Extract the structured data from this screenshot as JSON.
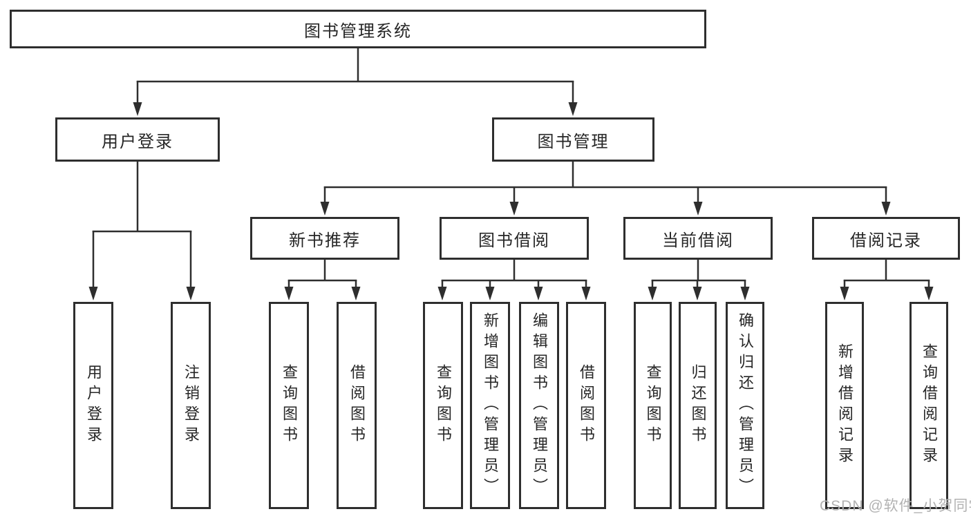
{
  "diagram": {
    "root": {
      "label": "图书管理系统"
    },
    "level2": [
      {
        "label": "用户登录"
      },
      {
        "label": "图书管理"
      }
    ],
    "level3": [
      {
        "label": "新书推荐"
      },
      {
        "label": "图书借阅"
      },
      {
        "label": "当前借阅"
      },
      {
        "label": "借阅记录"
      }
    ],
    "leaves": [
      {
        "label": "用户登录"
      },
      {
        "label": "注销登录"
      },
      {
        "label": "查询图书"
      },
      {
        "label": "借阅图书"
      },
      {
        "label": "查询图书"
      },
      {
        "label": "新增图书（管理员）"
      },
      {
        "label": "编辑图书（管理员）"
      },
      {
        "label": "借阅图书"
      },
      {
        "label": "查询图书"
      },
      {
        "label": "归还图书"
      },
      {
        "label": "确认归还（管理员）"
      },
      {
        "label": "新增借阅记录"
      },
      {
        "label": "查询借阅记录"
      }
    ]
  },
  "watermark": {
    "text": "CSDN @软件_小贺同学"
  },
  "colors": {
    "background": "#ffffff",
    "box_border": "#2e2e2e",
    "line": "#2e2e2e",
    "text": "#262626",
    "watermark": "#b2b2b2"
  }
}
